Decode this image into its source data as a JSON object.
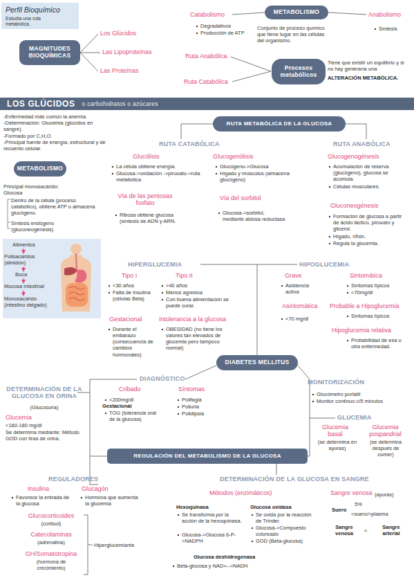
{
  "diagram": {
    "nodes": [
      {
        "text": [
          "Perfil Bioquímico",
          "Estudia una ruta metabólica."
        ]
      },
      {
        "text": [
          "MAGNITUDES BIOQUÍMICAS"
        ]
      },
      {
        "text": [
          "METABOLISMO"
        ]
      },
      {
        "text": [
          "Procesos metabólicos"
        ]
      },
      {
        "text": [
          "LOS GLÚCIDOS",
          "o carbohidratos o azúcares"
        ]
      },
      {
        "text": [
          "METABOLISMO"
        ]
      },
      {
        "text": [
          "Alimentos",
          "Polisacáridos (almidón)",
          "Boca",
          "Mucosa intestinal",
          "Monosacárido (intestino delgado)"
        ]
      },
      {
        "text": [
          "RUTA METABÓLICA DE LA GLUCOSA"
        ]
      },
      {
        "text": [
          "DIABETES MELLITUS"
        ]
      },
      {
        "text": [
          "REGULACIÓN DEL METABOLISMO DE LA GLUCOSA"
        ]
      }
    ],
    "labels": [
      "Los Glúcidos",
      "Las Lipoproteínas",
      "Las Proteínas",
      "Catabolismo",
      "Degradativos",
      "Producción de ATP",
      "Conjunto de proceso químico que tiene lugar en las células del organismo.",
      "Anabolismo",
      "Síntesis",
      "Ruta Anabólica",
      "Ruta Catabólica",
      "Tiene que existir un equilibrio y si no hay generaría una",
      "ALTERACIÓN METABÓLICA.",
      "-Enfermedad más común la anemia.",
      "-Determinación: Glucemia (glúcidos en sangre).",
      "-Formado por C,H,O.",
      "-Principal fuente de energía, estructural y de recuento celular.",
      "Principal monosacárido: Glucosa",
      "Dentro de la célula (proceso catabólico), obtiene ATP o almacena glucógeno.",
      "Síntesis endógeno (gluconeogénesis)",
      "RUTA CATABÓLICA",
      "RUTA ANABÓLICA",
      "Glucólisis",
      "La célula obtiene energía.",
      "Glucosa->oxidación ->piruvato->ruta metabólica",
      "Glucogenólisis",
      "Glucógeno->Glucosa",
      "Hígado y músculos (almacena glucógeno)",
      "Glucogenogénesis",
      "Acumulación de reserva (glucógeno), glucosa se acumula.",
      "Células musculares.",
      "Vía de las pentosas fosfato",
      "Ribosa obtiene glucosa (síntesis de ADN y ARN.",
      "Vía del sorbitol",
      "Glucosa->sorbitol, mediante aldosa reductasa",
      "Gluconeogénesis",
      "Formación de glucosa a partir de ácido láctico, piruvato y glicerol.",
      "Hígado, riñón.",
      "Regula la glucemia.",
      "HIPERGLUCEMIA",
      "HIPOGLUCEMIA",
      "Tipo I",
      "<30 años",
      "Falta de insulina (células Beta)",
      "Tipo II",
      ">40 años",
      "Menos agresiva",
      "Con buena alimentación se puede curar.",
      "Gestacional",
      "Durante el embarazo (consecuencia de cambios hormonales)",
      "Intolerancia a la glucosa",
      "OBESIDAD (no tiene los valores tan elevados de glucemia pero tampoco normal)",
      "Grave",
      "Asistencia activa",
      "Sintomática",
      "Síntomas típicos",
      "<70mg/dl",
      "Asintomática",
      "<70 mg/dl",
      "Probable a Hipoglucemia",
      "Síntomas típicos",
      "Hipoglucemia relativa",
      "Probabilidad de esa u otra enfermedad.",
      "DIAGNÓSTICO",
      "Cribado",
      "<200mg/dl",
      "Gestacional",
      "TOG (tolerancia oral de la glucosa)",
      "Síntomas",
      "Polifagia",
      "Poliuria",
      "Polidipsia",
      "MONITORIZACIÓN",
      "Glucómetro portátil",
      "Monitor continuo c/5 minutos",
      "DETERMINACIÓN DE LA GLUCOSA EN ORINA",
      "(Glucosuria)",
      "Glucemia",
      "<160-180 mg/dl",
      "Se determina mediante: Método GOD con tiras de orina.",
      "GLUCEMIA",
      "Glucemia basal",
      "(se determina en ayuras)",
      "Glucemia pospandrial",
      "(se determina después de comer)",
      "REGULADORES",
      "Insulina",
      "Favorece la entrada de la glucosa",
      "Glucagón",
      "Hormona que aumenta la glucemia",
      "Glucocorticoides",
      "(cortisol)",
      "Catecolaminas",
      "(adrenalina)",
      "GH/Somatotropina",
      "(hormona de crecimiento)",
      "Hiperglucemiante",
      "DETERMINACIÓN DE LA GLUCOSA EN SANGRE",
      "Métodos (enzimáticos)",
      "Hexoquinasa",
      "Se transforma por la acción de la hexoquinasa.",
      "Glucosa->Glucosa 6-P->NADPH",
      "Glucosa oxidasa",
      "Se oxida por la reacción de Trinder.",
      "Glucosa->Compuesto coloreado",
      "GOD (Beta-glucosa)",
      "Glucosa deshidrogenasa",
      "Beta-glucosa y NAD<-->NADH",
      "Sangre venosa",
      "(ayuras)",
      "Suero",
      "5%",
      "<suero/>plasma",
      "Sangre venosa",
      "<",
      "Sangre arterial"
    ]
  }
}
